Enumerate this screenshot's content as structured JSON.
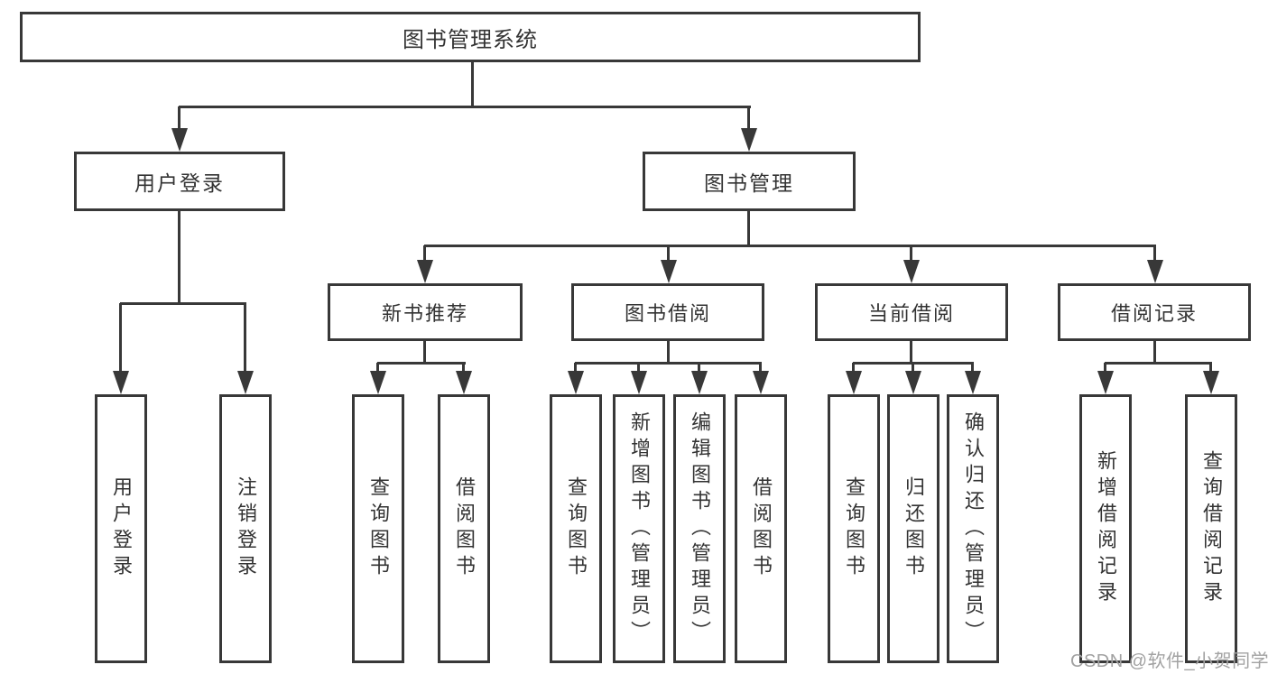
{
  "colors": {
    "line": "#383838",
    "box_border": "#383838",
    "text": "#333333",
    "background": "#ffffff",
    "watermark_text": "#a2a2a2"
  },
  "watermark": {
    "text": "CSDN @软件_小贺同学"
  },
  "tree": {
    "root": {
      "label": "图书管理系统",
      "children": [
        {
          "label": "用户登录",
          "children": [
            {
              "label": "用户登录"
            },
            {
              "label": "注销登录"
            }
          ]
        },
        {
          "label": "图书管理",
          "children": [
            {
              "label": "新书推荐",
              "children": [
                {
                  "label": "查询图书"
                },
                {
                  "label": "借阅图书"
                }
              ]
            },
            {
              "label": "图书借阅",
              "children": [
                {
                  "label": "查询图书"
                },
                {
                  "label": "新增图书（管理员）"
                },
                {
                  "label": "编辑图书（管理员）"
                },
                {
                  "label": "借阅图书"
                }
              ]
            },
            {
              "label": "当前借阅",
              "children": [
                {
                  "label": "查询图书"
                },
                {
                  "label": "归还图书"
                },
                {
                  "label": "确认归还（管理员）"
                }
              ]
            },
            {
              "label": "借阅记录",
              "children": [
                {
                  "label": "新增借阅记录"
                },
                {
                  "label": "查询借阅记录"
                }
              ]
            }
          ]
        }
      ]
    }
  }
}
